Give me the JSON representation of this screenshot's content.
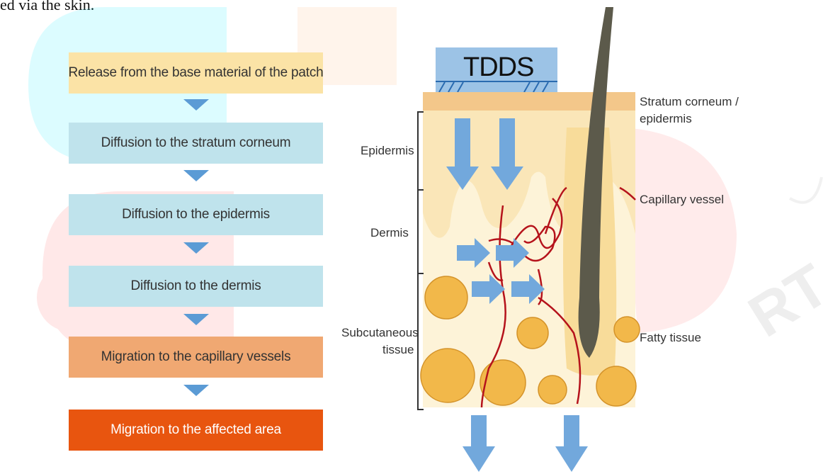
{
  "header_fragment": "ed via the skin.",
  "flowchart": {
    "steps": [
      {
        "label": "Release from the base material of the patch",
        "color": "#fbe3a6",
        "text_color": "#333333"
      },
      {
        "label": "Diffusion to the stratum corneum",
        "color": "#bfe3ec",
        "text_color": "#333333"
      },
      {
        "label": "Diffusion to the epidermis",
        "color": "#bfe3ec",
        "text_color": "#333333"
      },
      {
        "label": "Diffusion to the dermis",
        "color": "#bfe3ec",
        "text_color": "#333333"
      },
      {
        "label": "Migration to the capillary vessels",
        "color": "#f0a872",
        "text_color": "#333333"
      },
      {
        "label": "Migration to the affected area",
        "color": "#e8550f",
        "text_color": "#ffffff"
      }
    ],
    "arrow_color": "#5b9bd5"
  },
  "skin_diagram": {
    "patch_label": "TDDS",
    "left_labels": {
      "epidermis": "Epidermis",
      "dermis": "Dermis",
      "subcutaneous_line1": "Subcutaneous",
      "subcutaneous_line2": "tissue"
    },
    "right_labels": {
      "stratum_line1": "Stratum corneum /",
      "stratum_line2": "epidermis",
      "capillary": "Capillary vessel",
      "fatty": "Fatty tissue"
    },
    "colors": {
      "patch": "#9cc3e6",
      "stratum": "#f3c78a",
      "epidermis": "#fae6b8",
      "dermis": "#fdf3d8",
      "fat": "#f2b84a",
      "vessel": "#b5121b",
      "hair": "#5c5a4b",
      "arrow": "#72a8dc"
    }
  }
}
